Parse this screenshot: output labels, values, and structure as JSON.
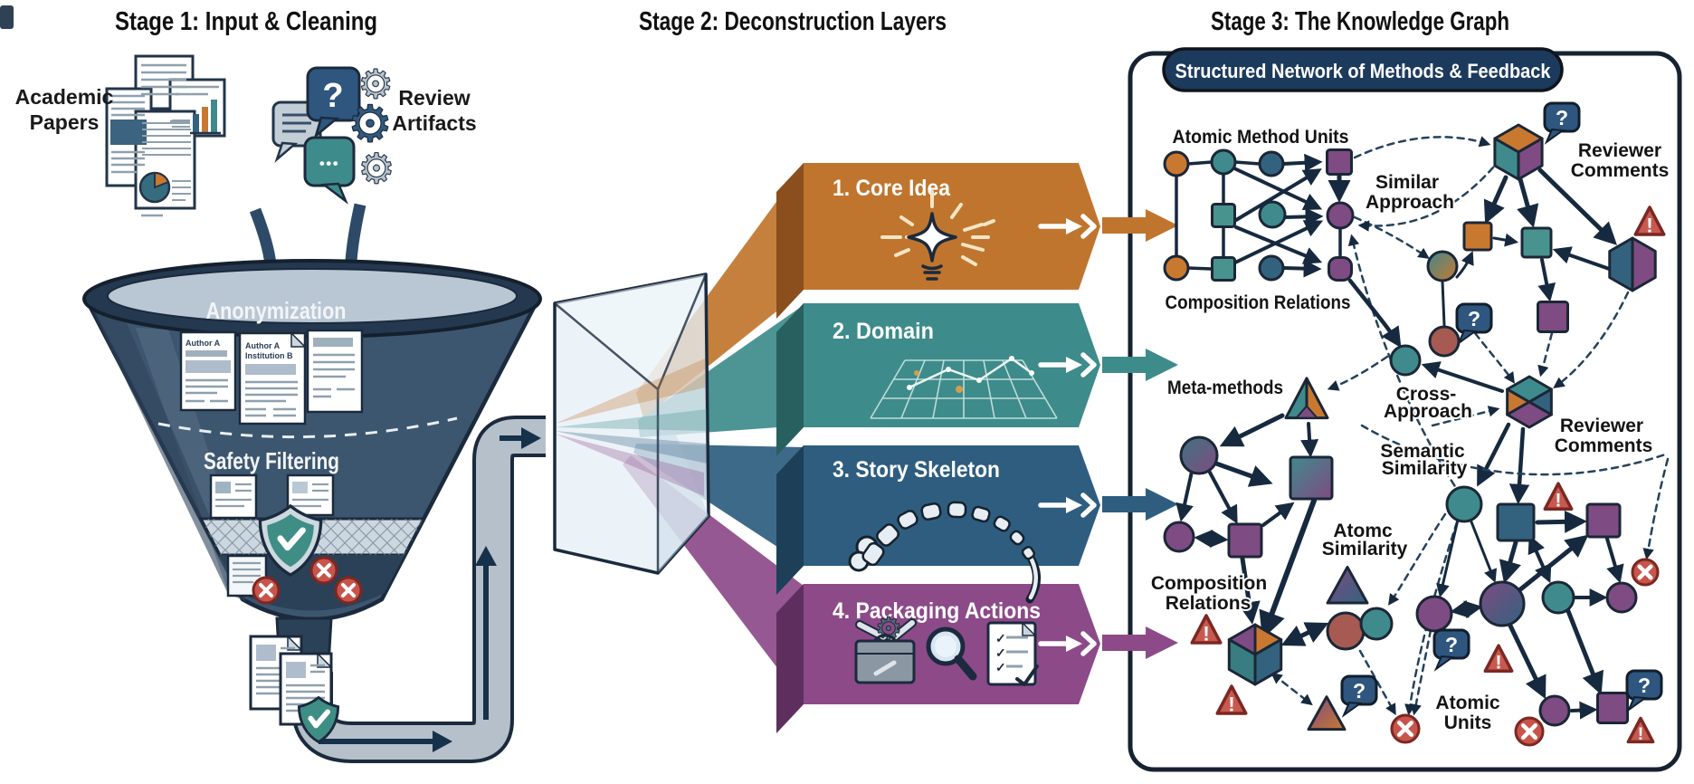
{
  "icons": {
    "question": "?",
    "ellipsis": "•••",
    "gear": "⚙",
    "check": "✓",
    "exclamation": "!"
  },
  "stage1": {
    "title": "Stage 1: Input & Cleaning",
    "academic_papers": [
      "Academic",
      "Papers"
    ],
    "review_artifacts": [
      "Review",
      "Artifacts"
    ],
    "funnel": {
      "anonymization_label": "Anonymization",
      "safety_filtering_label": "Safety Filtering",
      "doc1_header": "Author A",
      "doc2_header": [
        "Author A",
        "Institution B"
      ]
    }
  },
  "stage2": {
    "title": "Stage 2: Deconstruction Layers",
    "layers": [
      {
        "label": "1. Core Idea",
        "color": "#c0752e",
        "fold": "#8a4f1d"
      },
      {
        "label": "2. Domain",
        "color": "#3e8b8b",
        "fold": "#27605f"
      },
      {
        "label": "3. Story Skeleton",
        "color": "#2e5d7f",
        "fold": "#1d3f58"
      },
      {
        "label": "4. Packaging Actions",
        "color": "#8c4a89",
        "fold": "#5e2e5e"
      }
    ]
  },
  "stage3": {
    "title": "Stage 3: The Knowledge Graph",
    "panel_header": "Structured Network of Methods & Feedback",
    "labels": {
      "atomic_method_units": "Atomic Method Units",
      "composition_relations_top": "Composition Relations",
      "similar_approach": [
        "Similar",
        "Approach"
      ],
      "reviewer_comments_top": [
        "Reviewer",
        "Comments"
      ],
      "meta_methods": "Meta-methods",
      "cross_approach": [
        "Cross-",
        "Approach"
      ],
      "semantic_similarity": [
        "Semantic",
        "Similarity"
      ],
      "reviewer_comments_mid": [
        "Reviewer",
        "Comments"
      ],
      "atomic_similarity": [
        "Atomc",
        "Similarity"
      ],
      "composition_relations_bottom": [
        "Composition",
        "Relations"
      ],
      "atomic_units": [
        "Atomic",
        "Units"
      ]
    },
    "graph": {
      "nodes": [
        [
          "c",
          1300,
          181,
          13,
          "#c9782f",
          "node-circle-orange"
        ],
        [
          "c",
          1352,
          179,
          13,
          "#3f8a8c",
          "node-circle-teal"
        ],
        [
          "c",
          1405,
          181,
          13,
          "#33627f",
          "node-circle-blue"
        ],
        [
          "s",
          1480,
          179,
          27,
          "#7e4b82",
          "node-square-purple"
        ],
        [
          "s",
          1352,
          238,
          25,
          "#49938f",
          "node-square-teal"
        ],
        [
          "c",
          1406,
          237,
          14,
          "#3f8a8c",
          "node-circle-teal"
        ],
        [
          "c",
          1481,
          238,
          14,
          "#7e4b82",
          "node-circle-purple"
        ],
        [
          "c",
          1300,
          296,
          13,
          "#c9782f",
          "node-circle-orange"
        ],
        [
          "s",
          1352,
          297,
          25,
          "#49938f",
          "node-square-teal"
        ],
        [
          "c",
          1405,
          296,
          13,
          "#33627f",
          "node-circle-blue"
        ],
        [
          "rs",
          1481,
          297,
          25,
          "#7e4b82",
          "node-roundsquare-purple"
        ],
        [
          "cube",
          1678,
          168,
          30,
          [
            "#c9782f",
            "#3f8a8c",
            "#7e4b82"
          ],
          "node-cube-multicolor"
        ],
        [
          "qb",
          1726,
          130,
          0,
          0,
          "question-bubble-icon"
        ],
        [
          "s",
          1633,
          261,
          30,
          "#c9782f",
          "node-square-orange"
        ],
        [
          "s",
          1698,
          268,
          32,
          "#49938f",
          "node-square-teal"
        ],
        [
          "warn",
          1823,
          247,
          15,
          0,
          "warning-triangle-icon"
        ],
        [
          "hexh",
          1804,
          292,
          29,
          [
            "#33627f",
            "#7e4b82"
          ],
          "node-hexagon-split"
        ],
        [
          "c",
          1594,
          294,
          16,
          [
            "#3f8a8c",
            "#c9782f"
          ],
          "node-circle-gradient"
        ],
        [
          "qb",
          1629,
          352,
          0,
          0,
          "question-bubble-icon"
        ],
        [
          "c",
          1596,
          377,
          16,
          "#a65a52",
          "node-circle-red"
        ],
        [
          "c",
          1553,
          398,
          16,
          "#3f8a8c",
          "node-circle-teal"
        ],
        [
          "s",
          1716,
          350,
          33,
          "#7e4b82",
          "node-square-purple"
        ],
        [
          "tri3",
          1444,
          445,
          46,
          [
            "#3f8a8c",
            "#c9782f",
            "#7e4b82"
          ],
          "node-triangle-multicolor"
        ],
        [
          "c",
          1325,
          503,
          20,
          [
            "#41737f",
            "#7e4b82"
          ],
          "node-circle-gradient"
        ],
        [
          "s",
          1449,
          528,
          46,
          [
            "#3f8a8c",
            "#7e4b82"
          ],
          "node-square-gradient"
        ],
        [
          "c",
          1303,
          593,
          16,
          "#7e4b82",
          "node-circle-purple"
        ],
        [
          "s",
          1376,
          597,
          36,
          "#7e4b82",
          "node-square-purple"
        ],
        [
          "hexq",
          1690,
          444,
          28,
          [
            "#3f8a8c",
            "#c9782f",
            "#33627f",
            "#7e4b82"
          ],
          "node-hexagon-multicolor"
        ],
        [
          "c",
          1618,
          557,
          19,
          "#3f8a8c",
          "node-circle-teal"
        ],
        [
          "s",
          1675,
          577,
          40,
          "#33627f",
          "node-square-blue"
        ],
        [
          "warn",
          1722,
          551,
          14,
          0,
          "warning-triangle-icon"
        ],
        [
          "s",
          1772,
          575,
          36,
          "#7e4b82",
          "node-square-purple"
        ],
        [
          "cube2",
          1387,
          723,
          33,
          [
            "#7e4b82",
            "#c9782f",
            "#3a7d80",
            "#33627f"
          ],
          "node-cube-multicolor"
        ],
        [
          "warn",
          1333,
          698,
          15,
          0,
          "warning-triangle-icon"
        ],
        [
          "warn",
          1361,
          776,
          15,
          0,
          "warning-triangle-icon"
        ],
        [
          "tri",
          1489,
          651,
          44,
          [
            "#7e4b82",
            "#33627f"
          ],
          "node-triangle-gradient"
        ],
        [
          "c",
          1487,
          697,
          20,
          "#a65a52",
          "node-circle-red"
        ],
        [
          "c",
          1521,
          689,
          17,
          "#3f8a8c",
          "node-circle-teal"
        ],
        [
          "qb",
          1502,
          763,
          0,
          0,
          "question-bubble-icon"
        ],
        [
          "tri",
          1466,
          792,
          40,
          [
            "#7e4b82",
            "#c9782f"
          ],
          "node-triangle-gradient"
        ],
        [
          "x",
          1553,
          805,
          15,
          0,
          "x-mark-icon"
        ],
        [
          "c",
          1585,
          678,
          19,
          "#7e4b82",
          "node-circle-purple"
        ],
        [
          "c",
          1660,
          667,
          24,
          [
            "#7e4b82",
            "#33627f"
          ],
          "node-circle-gradient"
        ],
        [
          "c",
          1722,
          660,
          17,
          "#3f8a8c",
          "node-circle-teal"
        ],
        [
          "c",
          1792,
          660,
          16,
          "#7e4b82",
          "node-circle-purple"
        ],
        [
          "x",
          1818,
          632,
          14,
          0,
          "x-mark-icon"
        ],
        [
          "qb",
          1604,
          712,
          0,
          0,
          "question-bubble-icon"
        ],
        [
          "warn",
          1656,
          730,
          14,
          0,
          "warning-triangle-icon"
        ],
        [
          "c",
          1718,
          785,
          16,
          "#7e4b82",
          "node-circle-purple"
        ],
        [
          "s",
          1782,
          782,
          33,
          "#7e4b82",
          "node-square-purple"
        ],
        [
          "qb",
          1817,
          757,
          0,
          0,
          "question-bubble-icon"
        ],
        [
          "warn",
          1813,
          809,
          13,
          0,
          "warning-triangle-icon"
        ],
        [
          "x",
          1690,
          808,
          15,
          0,
          "x-mark-icon"
        ]
      ],
      "edges": [
        [
          "M1313,181 L1339,179",
          "s",
          3.5,
          "n"
        ],
        [
          "M1365,179 L1392,181",
          "s",
          3.5,
          "n"
        ],
        [
          "M1300,194 L1300,283",
          "s",
          3.5,
          "n"
        ],
        [
          "M1313,296 L1338,297",
          "s",
          3.5,
          "n"
        ],
        [
          "M1352,192 L1352,225",
          "s",
          3.5,
          "n"
        ],
        [
          "M1352,251 L1352,284",
          "s",
          3.5,
          "n"
        ],
        [
          "M1418,181 L1456,179",
          "s",
          4,
          "e"
        ],
        [
          "M1364,186 L1456,229",
          "s",
          4,
          "e"
        ],
        [
          "M1366,243 L1456,189",
          "s",
          4,
          "e"
        ],
        [
          "M1366,251 L1456,288",
          "s",
          4,
          "e"
        ],
        [
          "M1365,290 L1457,246",
          "s",
          4,
          "e"
        ],
        [
          "M1420,240 L1457,239",
          "s",
          4,
          "e"
        ],
        [
          "M1419,296 L1455,297",
          "s",
          4,
          "e"
        ],
        [
          "M1480,194 L1480,217",
          "s",
          5,
          "e"
        ],
        [
          "M1481,253 L1481,282",
          "s",
          3.5,
          "n"
        ],
        [
          "M1497,174 C1555,147 1606,147 1644,159",
          "d",
          2.5,
          "e"
        ],
        [
          "M1497,240 C1532,255 1561,273 1577,284",
          "d",
          2.5,
          "e"
        ],
        [
          "M1650,185 C1598,243 1549,252 1504,249",
          "d",
          2.5,
          "e"
        ],
        [
          "M1622,558 C1558,468 1513,346 1494,262",
          "d",
          2.5,
          "e"
        ],
        [
          "M1492,310 C1519,344 1534,362 1545,379",
          "s",
          4.5,
          "e"
        ],
        [
          "M1594,311 L1596,359",
          "s",
          3,
          "n"
        ],
        [
          "M1610,306 C1619,296 1623,288 1626,281",
          "s",
          3,
          "e"
        ],
        [
          "M1630,368 C1653,397 1666,412 1672,421",
          "d",
          2.5,
          "e"
        ],
        [
          "M1715,368 L1703,413",
          "d",
          2.5,
          "e"
        ],
        [
          "M1799,323 C1778,368 1748,406 1719,427",
          "d",
          2.5,
          "e"
        ],
        [
          "M1664,196 L1644,241",
          "s",
          5,
          "e"
        ],
        [
          "M1680,198 L1693,245",
          "s",
          5,
          "e"
        ],
        [
          "M1702,188 L1782,266",
          "s",
          5,
          "e"
        ],
        [
          "M1651,263 L1674,267",
          "s",
          3,
          "e"
        ],
        [
          "M1784,299 L1721,277",
          "s",
          4,
          "e"
        ],
        [
          "M1704,287 L1712,328",
          "s",
          4,
          "e"
        ],
        [
          "M1660,432 L1576,404",
          "s",
          4,
          "e"
        ],
        [
          "M1533,394 C1505,413 1486,423 1470,429",
          "d",
          2.5,
          "e"
        ],
        [
          "M1583,470 L1654,452",
          "d",
          2.5,
          "e"
        ],
        [
          "M1667,469 L1635,532",
          "s",
          4.5,
          "e"
        ],
        [
          "M1683,474 L1678,551",
          "s",
          4.5,
          "e"
        ],
        [
          "M1417,459 L1354,490",
          "s",
          5,
          "e"
        ],
        [
          "M1446,468 L1448,500",
          "s",
          4,
          "e"
        ],
        [
          "M1344,512 L1400,532",
          "s",
          5,
          "e"
        ],
        [
          "M1317,521 L1306,571",
          "s",
          4,
          "e"
        ],
        [
          "M1336,520 L1365,574",
          "s",
          4,
          "e"
        ],
        [
          "M1325,594 L1352,596",
          "s",
          4,
          "b"
        ],
        [
          "M1396,580 L1426,558",
          "s",
          4,
          "e"
        ],
        [
          "M1452,553 L1398,698",
          "s",
          6,
          "e"
        ],
        [
          "M1373,617 L1383,683",
          "s",
          5,
          "e"
        ],
        [
          "M1505,470 C1612,532 1734,538 1840,502",
          "d",
          2.5,
          "n"
        ],
        [
          "M1422,710 L1462,691",
          "s",
          5,
          "b"
        ],
        [
          "M1407,745 L1448,777",
          "d",
          2.5,
          "b"
        ],
        [
          "M1503,719 L1541,787",
          "d",
          2.5,
          "e"
        ],
        [
          "M1610,577 C1586,650 1566,726 1557,787",
          "d",
          2.5,
          "e"
        ],
        [
          "M1597,568 C1572,606 1550,646 1536,666",
          "d",
          2.5,
          "e"
        ],
        [
          "M1675,599 L1664,638",
          "s",
          5,
          "e"
        ],
        [
          "M1692,596 L1711,639",
          "s",
          4,
          "b"
        ],
        [
          "M1633,671 L1608,675",
          "s",
          4,
          "b"
        ],
        [
          "M1699,577 L1747,576",
          "s",
          5,
          "e"
        ],
        [
          "M1679,652 L1750,595",
          "s",
          5,
          "e"
        ],
        [
          "M1776,595 L1789,639",
          "s",
          4,
          "e"
        ],
        [
          "M1741,660 L1771,660",
          "s",
          4,
          "e"
        ],
        [
          "M1668,689 L1705,766",
          "s",
          5,
          "e"
        ],
        [
          "M1733,675 L1767,761",
          "s",
          5,
          "e"
        ],
        [
          "M1737,785 L1760,784",
          "s",
          4,
          "e"
        ],
        [
          "M1611,574 L1592,656",
          "s",
          3,
          "e"
        ],
        [
          "M1625,574 L1651,640",
          "s",
          3,
          "e"
        ],
        [
          "M1843,507 C1830,556 1824,593 1820,615",
          "d",
          2.5,
          "e"
        ],
        [
          "M1581,696 L1563,787",
          "d",
          2.5,
          "e"
        ]
      ]
    }
  }
}
